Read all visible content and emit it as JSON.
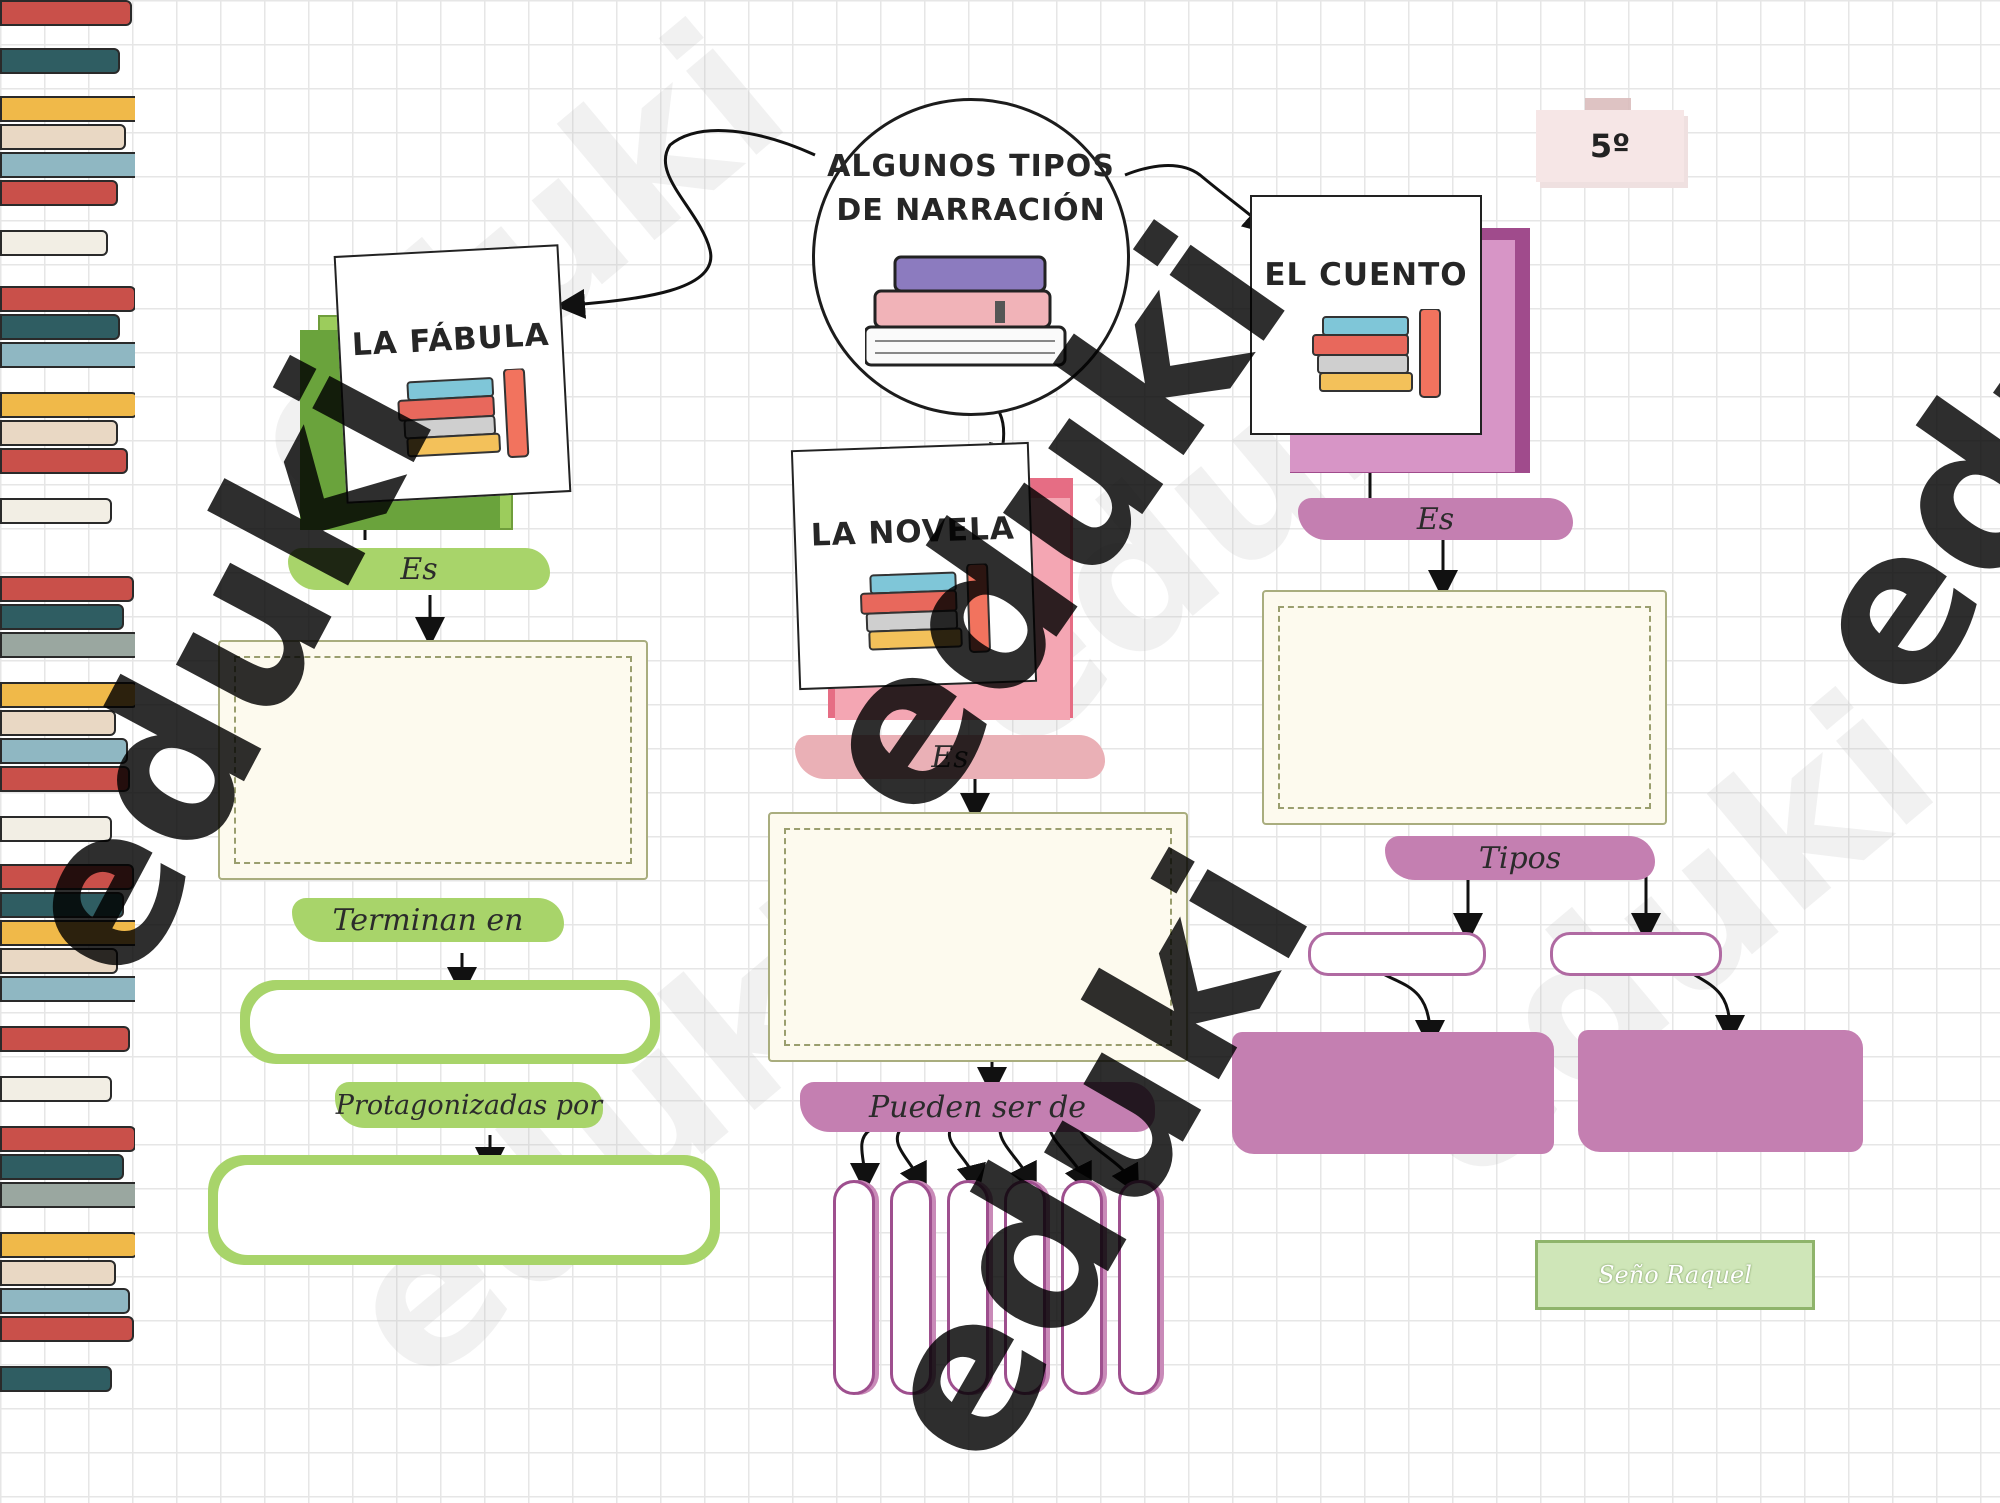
{
  "center": {
    "title_line1": "ALGUNOS TIPOS",
    "title_line2": "DE NARRACIÓN",
    "icon": "books-stack-icon"
  },
  "grade": "5º",
  "fabula": {
    "title": "LA FÁBULA",
    "es_label": "Es",
    "terminan_label": "Terminan en",
    "protagonizadas_label": "Protagonizadas por"
  },
  "novela": {
    "title": "LA NOVELA",
    "es_label": "Es",
    "pueden_label": "Pueden ser de"
  },
  "cuento": {
    "title": "EL CUENTO",
    "es_label": "Es",
    "tipos_label": "Tipos"
  },
  "signature": "Seño Raquel",
  "watermark": "eduki",
  "colors": {
    "green": "#9ccc5c",
    "pink_novela": "#eab0b6",
    "purple_cuento": "#c47fb1",
    "box_fill": "#fdfaee"
  }
}
